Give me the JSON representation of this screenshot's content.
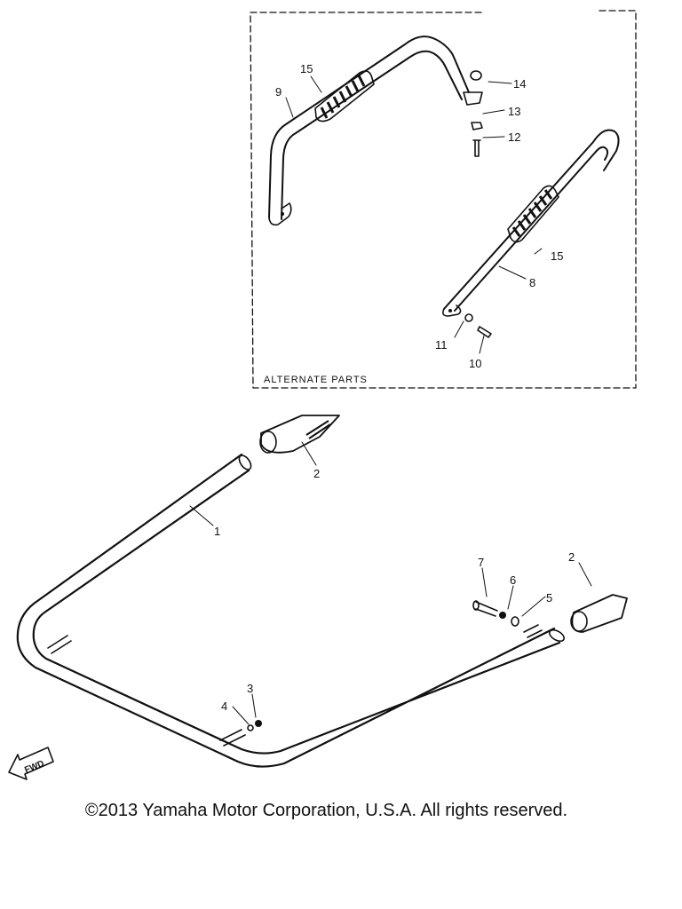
{
  "inset": {
    "label": "ALTERNATE PARTS"
  },
  "callouts": {
    "c1": "1",
    "c2a": "2",
    "c2b": "2",
    "c3": "3",
    "c4": "4",
    "c5": "5",
    "c6": "6",
    "c7": "7",
    "c8": "8",
    "c9": "9",
    "c10": "10",
    "c11": "11",
    "c12": "12",
    "c13": "13",
    "c14": "14",
    "c15a": "15",
    "c15b": "15"
  },
  "fwd_badge": "FWD",
  "copyright": "©2013 Yamaha Motor Corporation, U.S.A. All rights reserved."
}
